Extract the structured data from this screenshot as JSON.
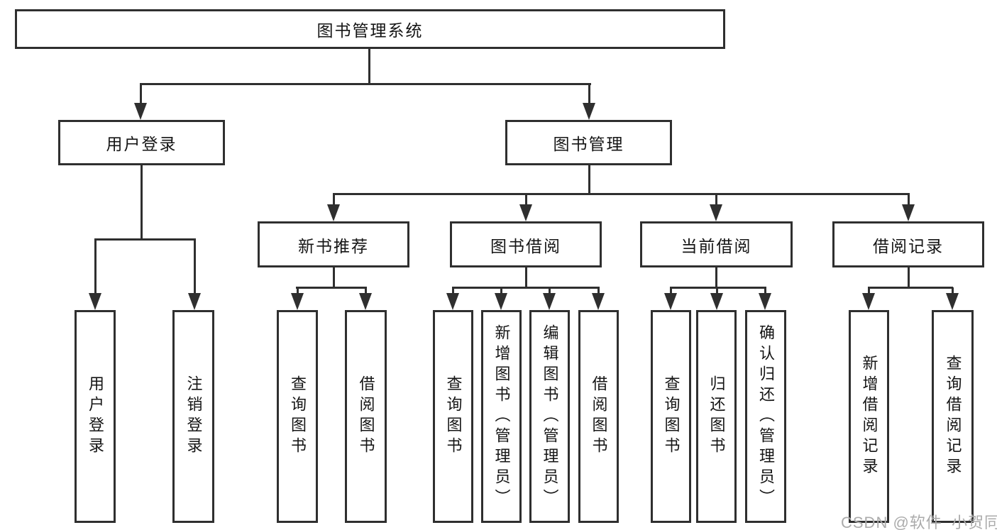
{
  "diagram": {
    "root": {
      "label": "图书管理系统"
    },
    "level2": [
      {
        "label": "用户登录"
      },
      {
        "label": "图书管理"
      }
    ],
    "level3": [
      {
        "label": "新书推荐"
      },
      {
        "label": "图书借阅"
      },
      {
        "label": "当前借阅"
      },
      {
        "label": "借阅记录"
      }
    ],
    "leaves": {
      "user_login": [
        "用户登录",
        "注销登录"
      ],
      "new_book": [
        "查询图书",
        "借阅图书"
      ],
      "book_borrow": [
        "查询图书",
        "新增图书（管理员）",
        "编辑图书（管理员）",
        "借阅图书"
      ],
      "current_borrow": [
        "查询图书",
        "归还图书",
        "确认归还（管理员）"
      ],
      "borrow_record": [
        "新增借阅记录",
        "查询借阅记录"
      ]
    }
  },
  "watermark": {
    "text": "CSDN @软件_小贺同学"
  },
  "colors": {
    "line": "#2f2f2f",
    "text": "#151515",
    "watermark": "#ababab",
    "background": "#ffffff",
    "box_fill": "#ffffff"
  }
}
